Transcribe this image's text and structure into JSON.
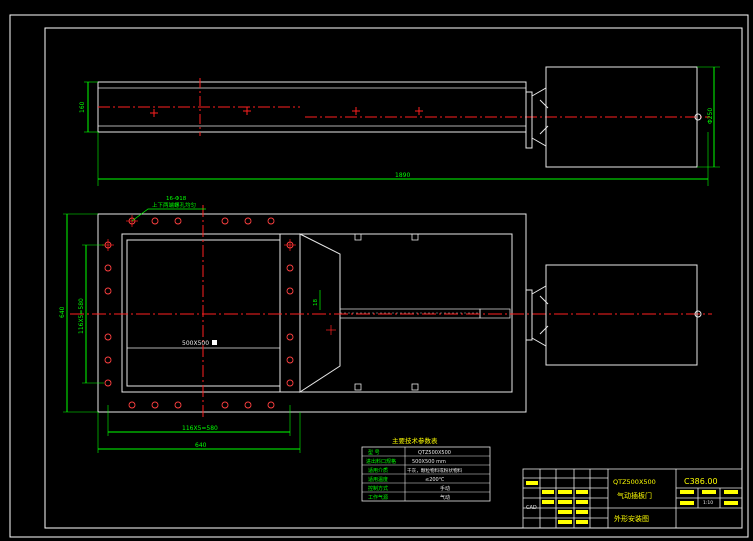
{
  "top_view": {
    "height_dim": "160",
    "dia_dim": "Φ250",
    "length_dim": "1890"
  },
  "front_view": {
    "note_holes": "16-Φ18",
    "note_holes_sub": "上下两端螺孔均匀",
    "height_dim": "640",
    "pitch_vertical_dim": "116X5=580",
    "opening_label": "500X500",
    "pitch_horizontal_dim": "116X5=580",
    "width_dim": "640",
    "small_dim": "18"
  },
  "params_table": {
    "title": "主要技术参数表",
    "rows": [
      {
        "label": "型    号",
        "value": "QTZ500X500"
      },
      {
        "label": "进出料口规格",
        "value": "500X500  mm"
      },
      {
        "label": "适用介质",
        "value": "干灰，颗粒物料或粉状物料"
      },
      {
        "label": "适用温度",
        "value": "≤200℃"
      },
      {
        "label": "控制方式",
        "value": "手动"
      },
      {
        "label": "工作气源",
        "value": "气动"
      }
    ]
  },
  "title_block": {
    "model": "QTZ500X500",
    "name": "气动插板门",
    "code": "C386.00",
    "drawing_title": "外形安装图",
    "scale": "1:10",
    "cad_label": "CAD"
  }
}
